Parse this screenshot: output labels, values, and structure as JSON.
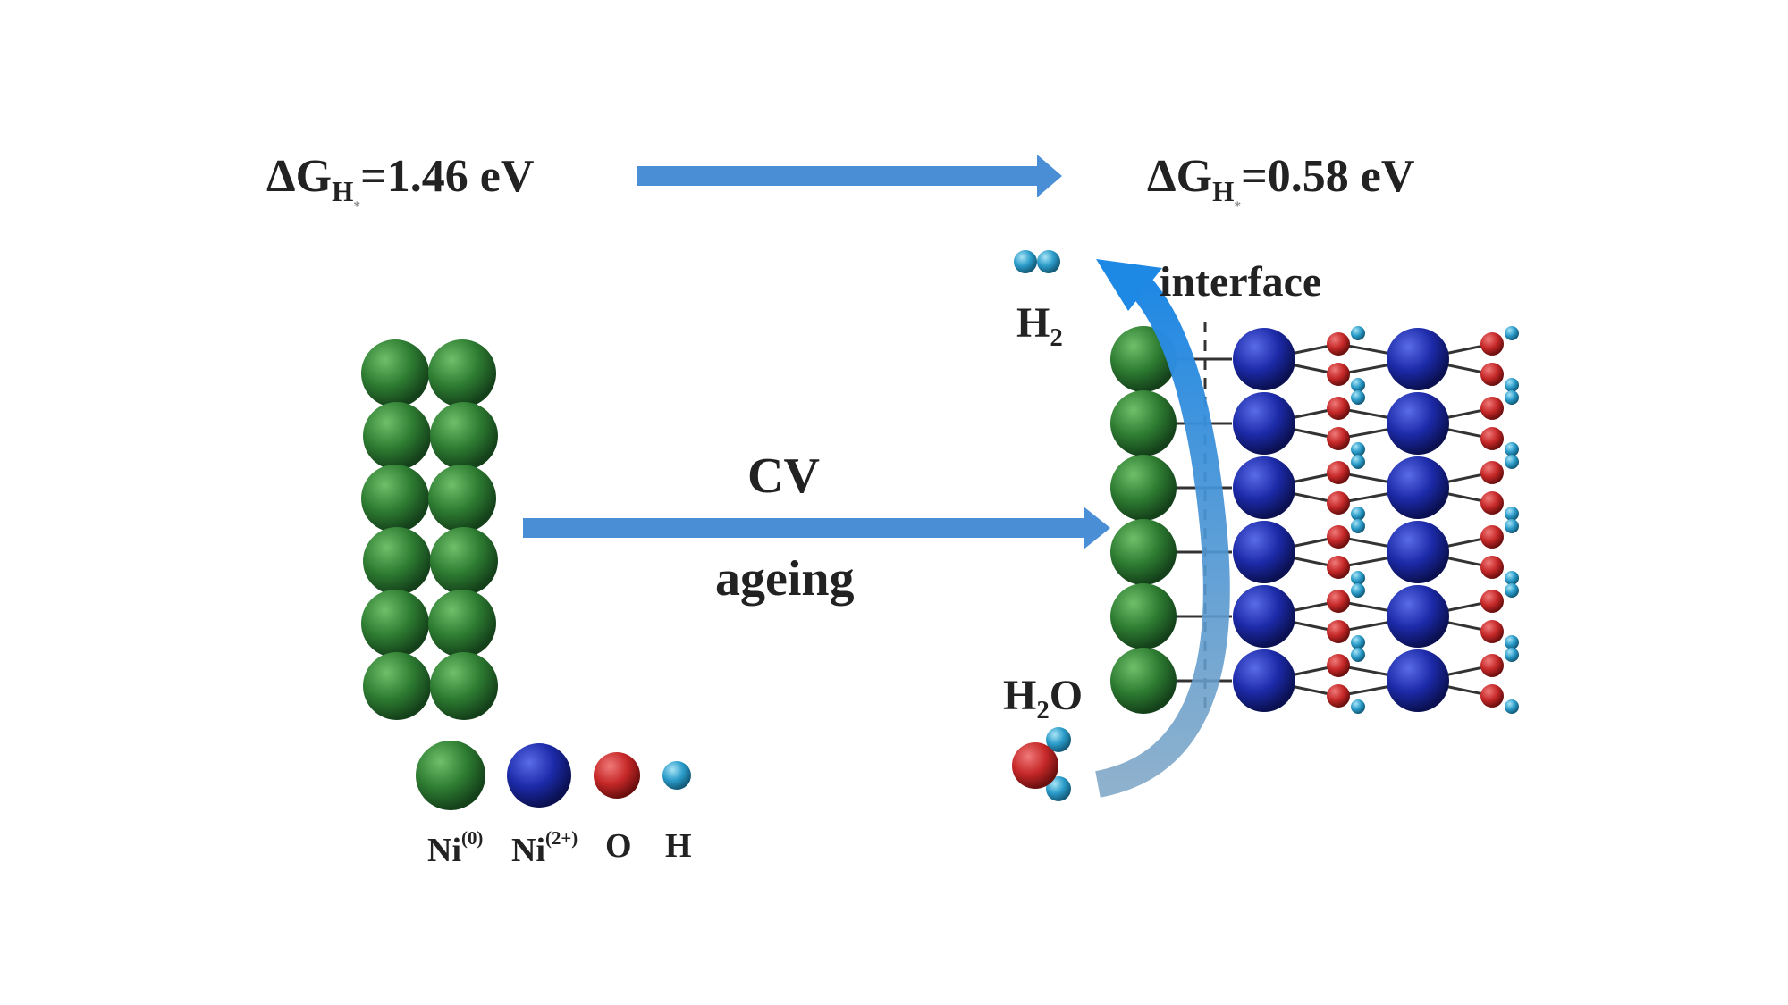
{
  "energy": {
    "before": {
      "prefix": "ΔG",
      "sub": "H",
      "mark": "*",
      "value": "=1.46 eV"
    },
    "after": {
      "prefix": "ΔG",
      "sub": "H",
      "mark": "*",
      "value": "=0.58 eV"
    }
  },
  "process": {
    "top": "CV",
    "bottom": "ageing"
  },
  "species": {
    "h2": {
      "main": "H",
      "sub": "2"
    },
    "h2o": {
      "main": "H",
      "sub": "2",
      "tail": "O"
    },
    "interface": "interface"
  },
  "legend": [
    {
      "text": "Ni",
      "sup": "(0)",
      "color": "#2e7d32"
    },
    {
      "text": "Ni",
      "sup": "(2+)",
      "color": "#1c2aa8"
    },
    {
      "text": "O",
      "sup": "",
      "color": "#c62828"
    },
    {
      "text": "H",
      "sup": "",
      "color": "#2a9bc9"
    }
  ],
  "colors": {
    "arrow": "#4a8fd6",
    "ni0": "#2e7d32",
    "ni2": "#1c2aa8",
    "oxygen": "#c62828",
    "hydrogen": "#2a9bc9"
  },
  "structure": {
    "rows": 6,
    "left_columns": 2
  }
}
